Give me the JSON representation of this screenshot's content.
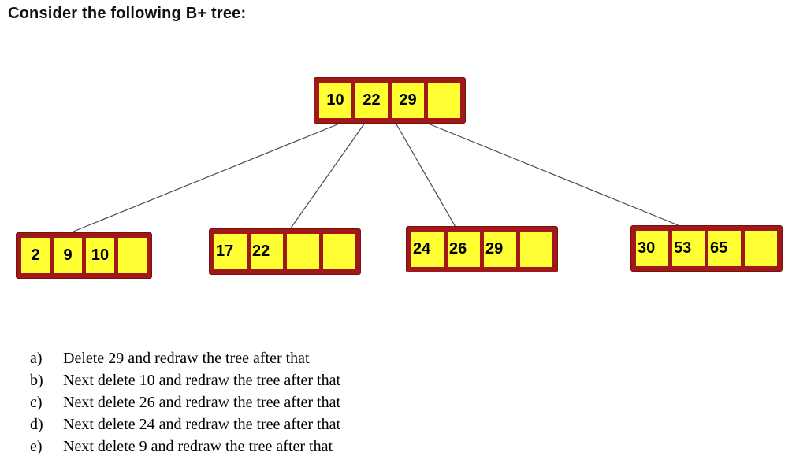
{
  "title": "Consider the following B+ tree:",
  "tree": {
    "root": {
      "keys": [
        "10",
        "22",
        "29",
        ""
      ]
    },
    "leaves": [
      {
        "keys": [
          "2",
          "9",
          "10",
          ""
        ]
      },
      {
        "keys": [
          "17",
          "22",
          "",
          ""
        ]
      },
      {
        "keys": [
          "24",
          "26",
          "29",
          ""
        ]
      },
      {
        "keys": [
          "30",
          "53",
          "65",
          ""
        ]
      }
    ]
  },
  "questions": [
    {
      "label": "a)",
      "text": "Delete 29 and redraw the tree after that"
    },
    {
      "label": "b)",
      "text": "Next delete 10 and redraw the tree after that"
    },
    {
      "label": "c)",
      "text": "Next delete 26 and redraw the tree after that"
    },
    {
      "label": "d)",
      "text": "Next delete 24 and redraw the tree after that"
    },
    {
      "label": "e)",
      "text": "Next delete 9 and redraw the tree after that"
    }
  ],
  "colors": {
    "node_border": "#a01818",
    "cell_fill": "#ffff33",
    "connector": "#4a4a4a"
  }
}
